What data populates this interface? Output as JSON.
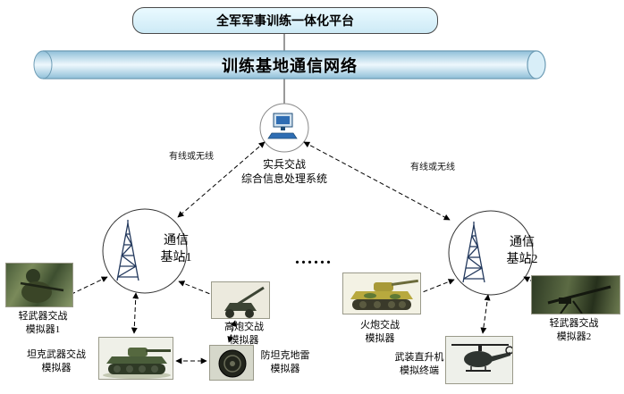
{
  "platform": {
    "title": "全军军事训练一体化平台"
  },
  "network": {
    "title": "训练基地通信网络"
  },
  "processor": {
    "label": "实兵交战\n综合信息处理系统",
    "icon": "computer-icon"
  },
  "links": {
    "left_label": "有线或无线",
    "right_label": "有线或无线"
  },
  "stations": [
    {
      "label": "通信\n基站1",
      "icon": "lattice-tower-icon"
    },
    {
      "label": "通信\n基站2",
      "icon": "lattice-tower-icon"
    }
  ],
  "ellipsis": "......",
  "simulators": [
    {
      "name": "light-weapon-simulator-1",
      "label": "轻武器交战\n模拟器1",
      "icon": "soldier-photo"
    },
    {
      "name": "aa-gun-simulator",
      "label": "高炮交战\n模拟器",
      "icon": "aa-gun-photo"
    },
    {
      "name": "tank-weapon-simulator",
      "label": "坦克武器交战\n模拟器",
      "icon": "tank-photo"
    },
    {
      "name": "anti-tank-mine-simulator",
      "label": "防坦克地雷\n模拟器",
      "icon": "mine-photo"
    },
    {
      "name": "artillery-simulator",
      "label": "火炮交战\n模拟器",
      "icon": "artillery-photo"
    },
    {
      "name": "helicopter-terminal",
      "label": "武装直升机\n模拟终端",
      "icon": "helicopter-photo"
    },
    {
      "name": "light-weapon-simulator-2",
      "label": "轻武器交战\n模拟器2",
      "icon": "machine-gun-photo"
    }
  ],
  "colors": {
    "platform_fill": "#d9f2fb",
    "pipe_fill": "#aed3e6",
    "accent_blue": "#2f6db3",
    "line": "#000000"
  }
}
